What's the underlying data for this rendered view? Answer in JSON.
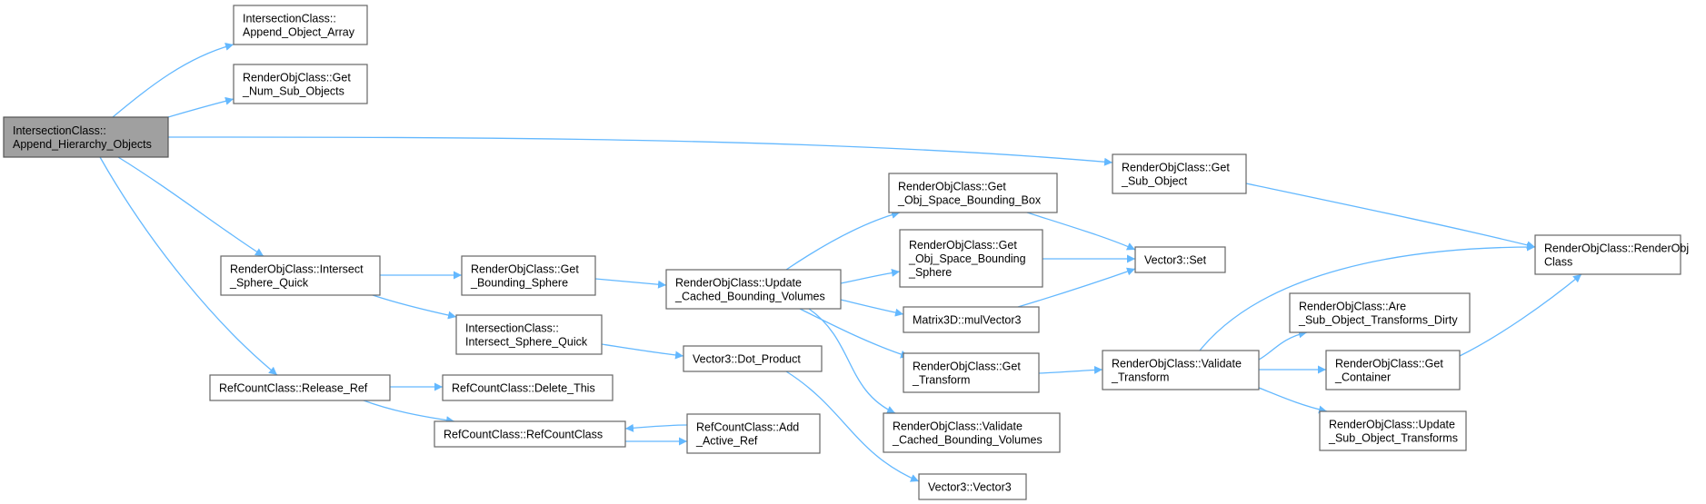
{
  "colors": {
    "edge": "#63b8ff",
    "node_border": "#666666",
    "root_fill": "#a0a0a0",
    "node_fill": "#ffffff"
  },
  "nodes": {
    "root": [
      "IntersectionClass::",
      "Append_Hierarchy_Objects"
    ],
    "append_object_array": [
      "IntersectionClass::",
      "Append_Object_Array"
    ],
    "get_num_sub_objects": [
      "RenderObjClass::Get",
      "_Num_Sub_Objects"
    ],
    "get_sub_object": [
      "RenderObjClass::Get",
      "_Sub_Object"
    ],
    "renderobjclass_ctor": [
      "RenderObjClass::RenderObj",
      "Class"
    ],
    "intersect_sphere_quick": [
      "RenderObjClass::Intersect",
      "_Sphere_Quick"
    ],
    "get_bounding_sphere": [
      "RenderObjClass::Get",
      "_Bounding_Sphere"
    ],
    "update_cached_bounding_volumes": [
      "RenderObjClass::Update",
      "_Cached_Bounding_Volumes"
    ],
    "get_obj_space_bounding_box": [
      "RenderObjClass::Get",
      "_Obj_Space_Bounding_Box"
    ],
    "get_obj_space_bounding_sphere": [
      "RenderObjClass::Get",
      "_Obj_Space_Bounding",
      "_Sphere"
    ],
    "vector3_set": [
      "Vector3::Set"
    ],
    "matrix3d_mulvector3": [
      "Matrix3D::mulVector3"
    ],
    "get_transform": [
      "RenderObjClass::Get",
      "_Transform"
    ],
    "validate_transform": [
      "RenderObjClass::Validate",
      "_Transform"
    ],
    "are_sub_object_transforms_dirty": [
      "RenderObjClass::Are",
      "_Sub_Object_Transforms_Dirty"
    ],
    "get_container": [
      "RenderObjClass::Get",
      "_Container"
    ],
    "update_sub_object_transforms": [
      "RenderObjClass::Update",
      "_Sub_Object_Transforms"
    ],
    "isect_intersect_sphere_quick": [
      "IntersectionClass::",
      "Intersect_Sphere_Quick"
    ],
    "vector3_dot_product": [
      "Vector3::Dot_Product"
    ],
    "vector3_ctor": [
      "Vector3::Vector3"
    ],
    "validate_cached_bounding_volumes": [
      "RenderObjClass::Validate",
      "_Cached_Bounding_Volumes"
    ],
    "release_ref": [
      "RefCountClass::Release_Ref"
    ],
    "delete_this": [
      "RefCountClass::Delete_This"
    ],
    "refcountclass_ctor": [
      "RefCountClass::RefCountClass"
    ],
    "add_active_ref": [
      "RefCountClass::Add",
      "_Active_Ref"
    ]
  },
  "edges": [
    [
      "root",
      "append_object_array"
    ],
    [
      "root",
      "get_num_sub_objects"
    ],
    [
      "root",
      "get_sub_object"
    ],
    [
      "root",
      "intersect_sphere_quick"
    ],
    [
      "root",
      "release_ref"
    ],
    [
      "get_sub_object",
      "renderobjclass_ctor"
    ],
    [
      "intersect_sphere_quick",
      "get_bounding_sphere"
    ],
    [
      "intersect_sphere_quick",
      "isect_intersect_sphere_quick"
    ],
    [
      "get_bounding_sphere",
      "update_cached_bounding_volumes"
    ],
    [
      "update_cached_bounding_volumes",
      "get_obj_space_bounding_box"
    ],
    [
      "update_cached_bounding_volumes",
      "get_obj_space_bounding_sphere"
    ],
    [
      "update_cached_bounding_volumes",
      "matrix3d_mulvector3"
    ],
    [
      "update_cached_bounding_volumes",
      "get_transform"
    ],
    [
      "update_cached_bounding_volumes",
      "validate_cached_bounding_volumes"
    ],
    [
      "get_obj_space_bounding_box",
      "vector3_set"
    ],
    [
      "get_obj_space_bounding_sphere",
      "vector3_set"
    ],
    [
      "matrix3d_mulvector3",
      "vector3_set"
    ],
    [
      "get_transform",
      "validate_transform"
    ],
    [
      "validate_transform",
      "renderobjclass_ctor"
    ],
    [
      "validate_transform",
      "are_sub_object_transforms_dirty"
    ],
    [
      "validate_transform",
      "get_container"
    ],
    [
      "validate_transform",
      "update_sub_object_transforms"
    ],
    [
      "get_container",
      "renderobjclass_ctor"
    ],
    [
      "isect_intersect_sphere_quick",
      "vector3_dot_product"
    ],
    [
      "vector3_dot_product",
      "vector3_ctor"
    ],
    [
      "release_ref",
      "delete_this"
    ],
    [
      "release_ref",
      "refcountclass_ctor"
    ],
    [
      "refcountclass_ctor",
      "add_active_ref"
    ],
    [
      "add_active_ref",
      "refcountclass_ctor"
    ]
  ]
}
